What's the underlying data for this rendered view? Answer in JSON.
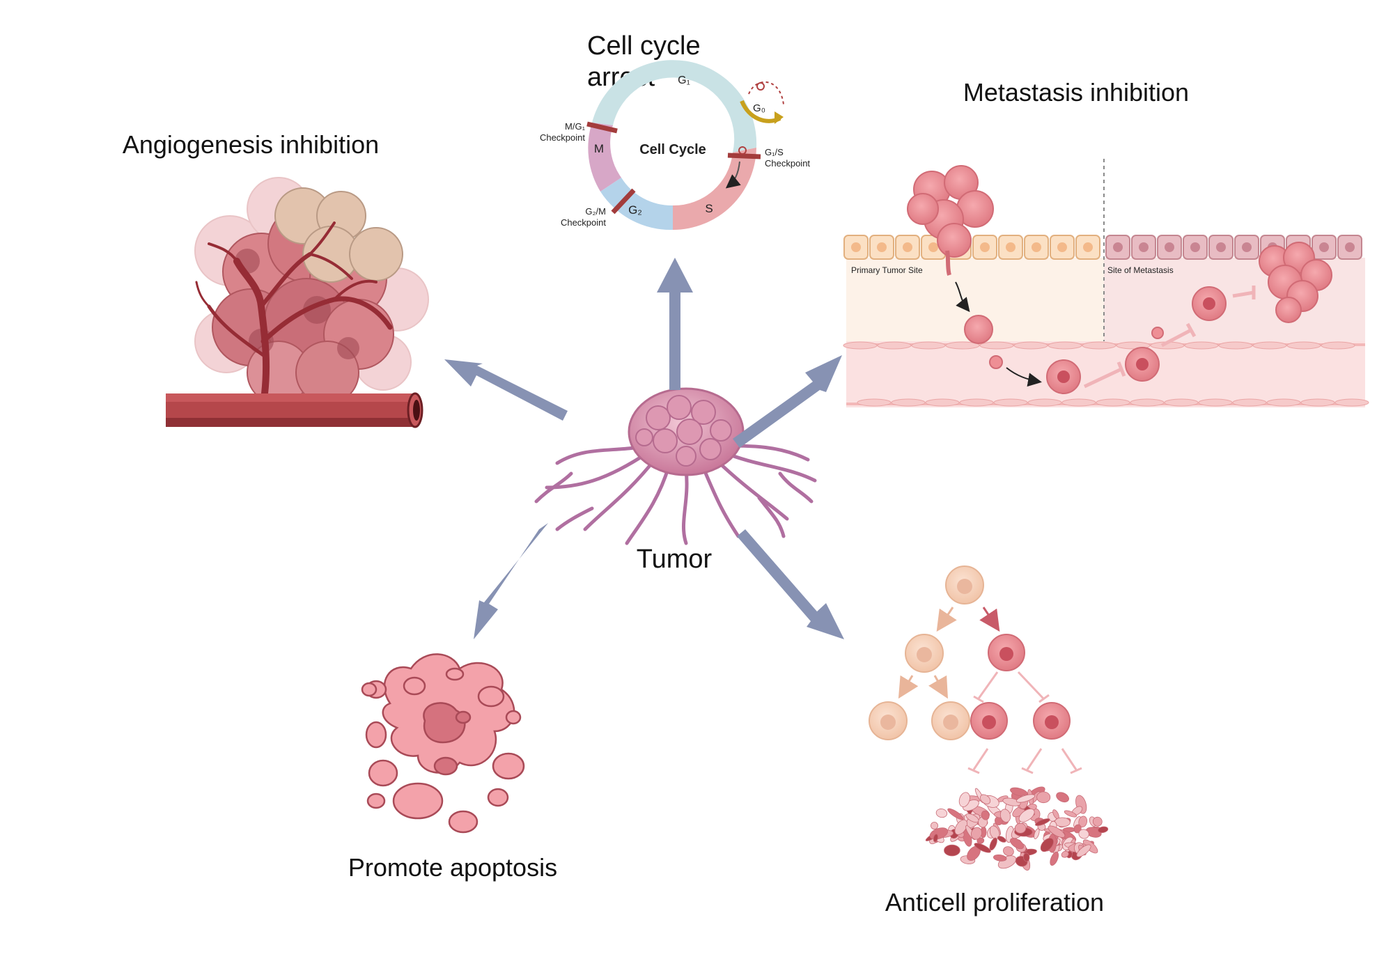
{
  "center": {
    "label": "Tumor"
  },
  "outcomes": {
    "cell_cycle": {
      "title_line1": "Cell cycle",
      "title_line2": "arrest",
      "center_label": "Cell Cycle",
      "phases": {
        "g1": "G₁",
        "s": "S",
        "g2": "G₂",
        "m": "M",
        "g0": "G₀"
      },
      "checkpoints": {
        "m_g1_line1": "M/G₁",
        "m_g1_line2": "Checkpoint",
        "g1_s_line1": "G₁/S",
        "g1_s_line2": "Checkpoint",
        "g2_m_line1": "G₂/M",
        "g2_m_line2": "Checkpoint"
      }
    },
    "metastasis": {
      "title": "Metastasis inhibition",
      "primary_site": "Primary Tumor Site",
      "metastasis_site": "Site of Metastasis"
    },
    "angiogenesis": {
      "title": "Angiogenesis inhibition"
    },
    "apoptosis": {
      "title": "Promote apoptosis"
    },
    "proliferation": {
      "title": "Anticell proliferation"
    }
  },
  "colors": {
    "arrow": "#8792b3",
    "vessel": "#b5474b",
    "tumor_pink": "#e2a0b4",
    "cell_pink": "#ee8f95",
    "normal_cell": "#f3cdb4"
  },
  "icons": {
    "center": "tumor-icon",
    "angiogenesis": "tumor-blood-vessel-icon",
    "cell_cycle": "cell-cycle-ring-icon",
    "metastasis": "metastasis-tissue-icon",
    "apoptosis": "apoptotic-cell-icon",
    "proliferation": "cell-division-tree-icon"
  }
}
